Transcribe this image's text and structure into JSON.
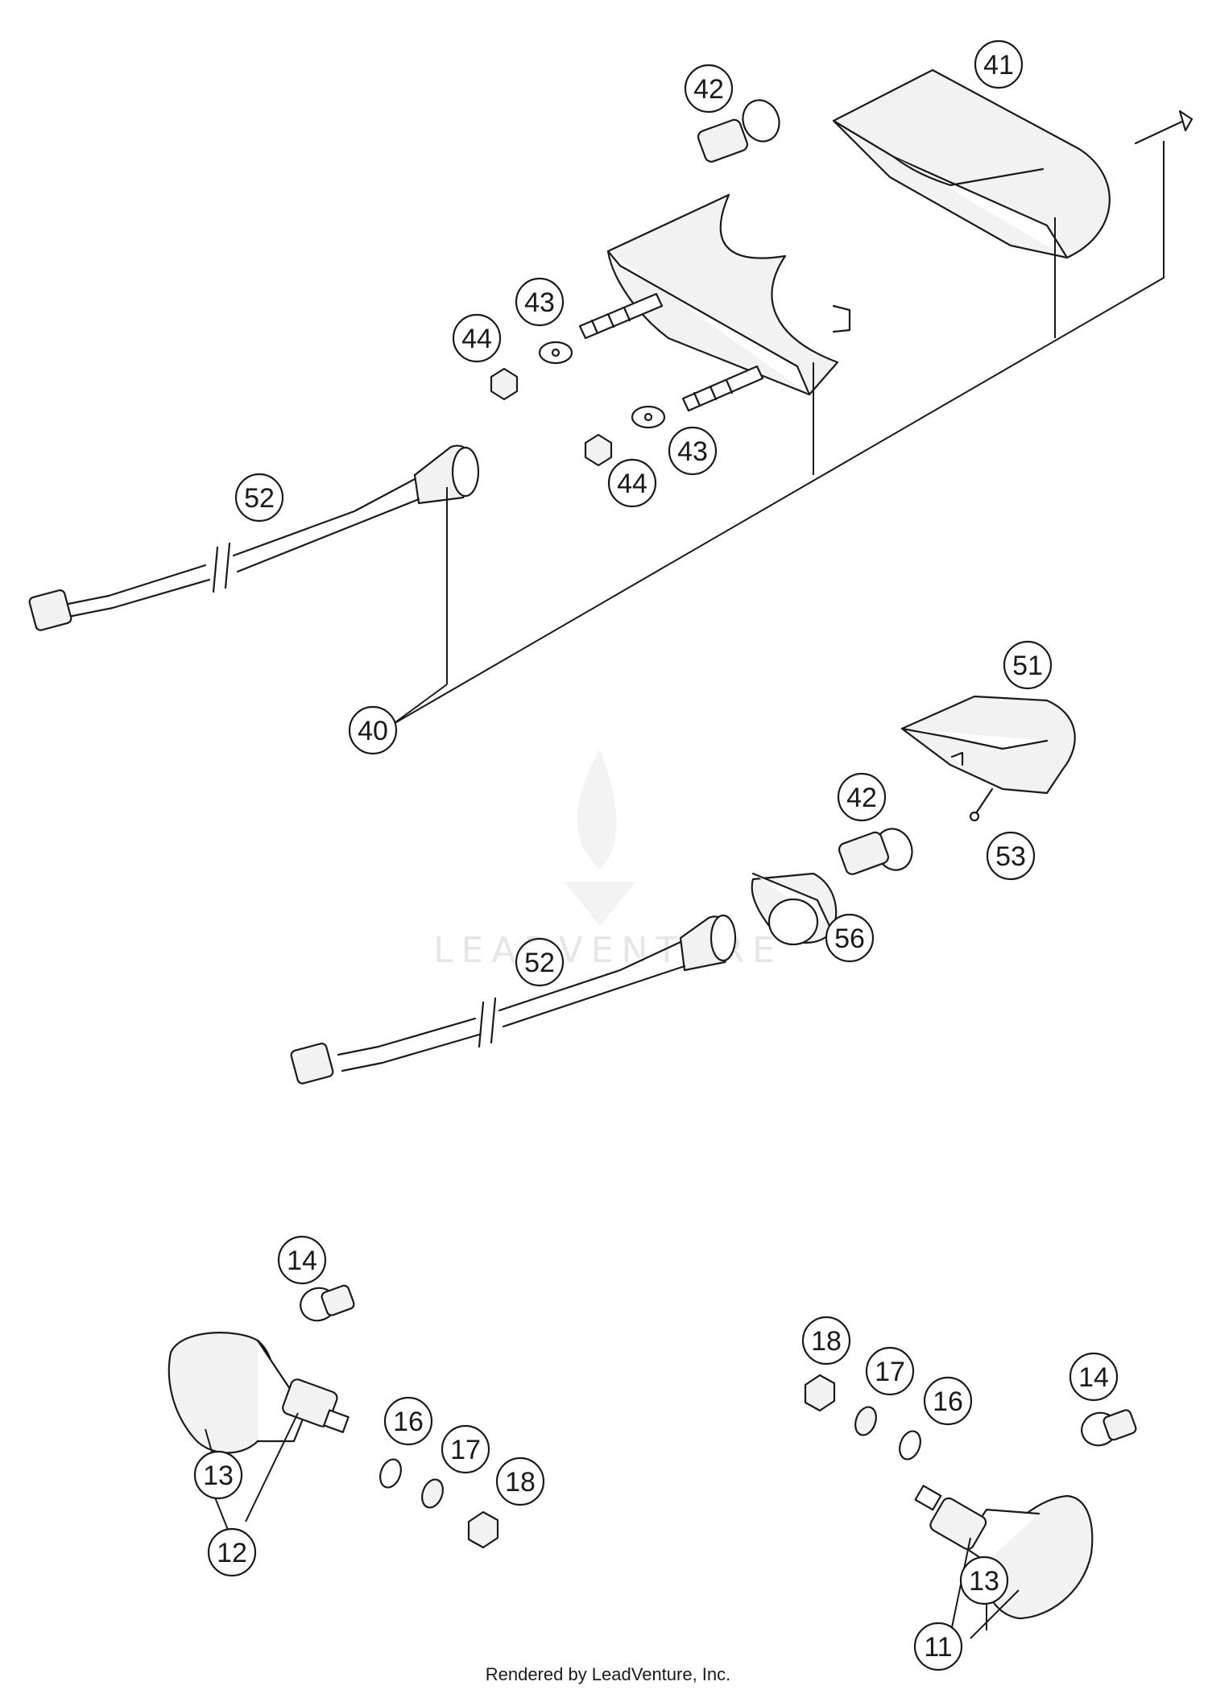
{
  "watermark": {
    "text": "LEADVENTURE"
  },
  "footer": {
    "credit": "Rendered by LeadVenture, Inc."
  },
  "callouts": [
    {
      "id": "c41",
      "label": "41"
    },
    {
      "id": "c42a",
      "label": "42"
    },
    {
      "id": "c43a",
      "label": "43"
    },
    {
      "id": "c44a",
      "label": "44"
    },
    {
      "id": "c43b",
      "label": "43"
    },
    {
      "id": "c44b",
      "label": "44"
    },
    {
      "id": "c52a",
      "label": "52"
    },
    {
      "id": "c40",
      "label": "40"
    },
    {
      "id": "c51",
      "label": "51"
    },
    {
      "id": "c42b",
      "label": "42"
    },
    {
      "id": "c53",
      "label": "53"
    },
    {
      "id": "c56",
      "label": "56"
    },
    {
      "id": "c52b",
      "label": "52"
    },
    {
      "id": "c14a",
      "label": "14"
    },
    {
      "id": "c16a",
      "label": "16"
    },
    {
      "id": "c17a",
      "label": "17"
    },
    {
      "id": "c18a",
      "label": "18"
    },
    {
      "id": "c13a",
      "label": "13"
    },
    {
      "id": "c12",
      "label": "12"
    },
    {
      "id": "c18b",
      "label": "18"
    },
    {
      "id": "c17b",
      "label": "17"
    },
    {
      "id": "c16b",
      "label": "16"
    },
    {
      "id": "c14b",
      "label": "14"
    },
    {
      "id": "c13b",
      "label": "13"
    },
    {
      "id": "c11",
      "label": "11"
    }
  ]
}
